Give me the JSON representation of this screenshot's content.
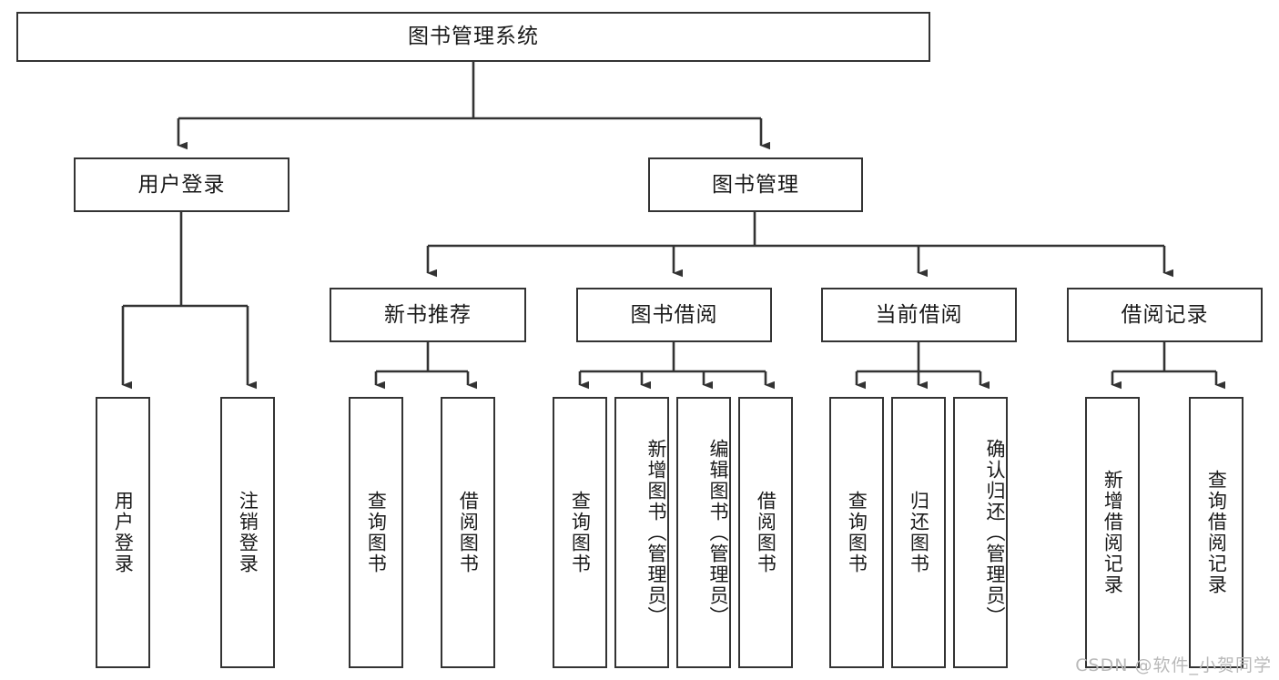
{
  "diagram": {
    "title": "图书管理系统",
    "type": "tree-structure-chart",
    "watermark": "CSDN @软件_小贺同学",
    "line_color": "#333333",
    "box_fill": "#ffffff",
    "text_color": "#1a1a1a"
  },
  "nodes": {
    "root": {
      "label": "图书管理系统"
    },
    "level2": [
      {
        "id": "user-login",
        "label": "用户登录"
      },
      {
        "id": "book-manage",
        "label": "图书管理"
      }
    ],
    "level3": [
      {
        "id": "new-book-recommend",
        "label": "新书推荐"
      },
      {
        "id": "book-borrow",
        "label": "图书借阅"
      },
      {
        "id": "current-borrow",
        "label": "当前借阅"
      },
      {
        "id": "borrow-record",
        "label": "借阅记录"
      }
    ],
    "leaves": {
      "user_login": [
        {
          "id": "leaf-user-login",
          "label": "用户登录"
        },
        {
          "id": "leaf-logout",
          "label": "注销登录"
        }
      ],
      "new_book_recommend": [
        {
          "id": "leaf-query-book-1",
          "label": "查询图书"
        },
        {
          "id": "leaf-borrow-book-1",
          "label": "借阅图书"
        }
      ],
      "book_borrow": [
        {
          "id": "leaf-query-book-2",
          "label": "查询图书"
        },
        {
          "id": "leaf-add-book",
          "label": "新增图书（管理员）"
        },
        {
          "id": "leaf-edit-book",
          "label": "编辑图书（管理员）"
        },
        {
          "id": "leaf-borrow-book-2",
          "label": "借阅图书"
        }
      ],
      "current_borrow": [
        {
          "id": "leaf-query-book-3",
          "label": "查询图书"
        },
        {
          "id": "leaf-return-book",
          "label": "归还图书"
        },
        {
          "id": "leaf-confirm-return",
          "label": "确认归还（管理员）"
        }
      ],
      "borrow_record": [
        {
          "id": "leaf-add-record",
          "label": "新增借阅记录"
        },
        {
          "id": "leaf-query-record",
          "label": "查询借阅记录"
        }
      ]
    }
  }
}
